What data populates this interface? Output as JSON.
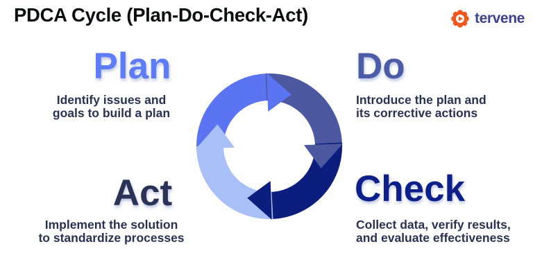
{
  "page": {
    "title": "PDCA Cycle (Plan-Do-Check-Act)",
    "title_color": "#0c0d11",
    "background_color": "#ffffff"
  },
  "logo": {
    "text": "tervene",
    "text_color": "#3e4191",
    "icon": "tervene-gear-play-icon",
    "icon_color": "#f2561c"
  },
  "diagram": {
    "type": "cycle",
    "direction": "clockwise",
    "body_text_color": "#2a3254",
    "steps": [
      {
        "label": "Plan",
        "description": "Identify issues and\ngoals to build a plan",
        "heading_color": "#5e7cf7",
        "arc_color": "#5b74f1",
        "position": "top-left"
      },
      {
        "label": "Do",
        "description": "Introduce the plan and\nits corrective actions",
        "heading_color": "#4d5ca6",
        "arc_color": "#4c59a1",
        "position": "top-right"
      },
      {
        "label": "Check",
        "description": "Collect data, verify results,\nand evaluate effectiveness",
        "heading_color": "#0d2089",
        "arc_color": "#0c1e7d",
        "position": "bottom-right"
      },
      {
        "label": "Act",
        "description": "Implement the solution\nto standardize processes",
        "heading_color": "#2a3356",
        "arc_color": "#a9bff7",
        "position": "bottom-left"
      }
    ]
  }
}
